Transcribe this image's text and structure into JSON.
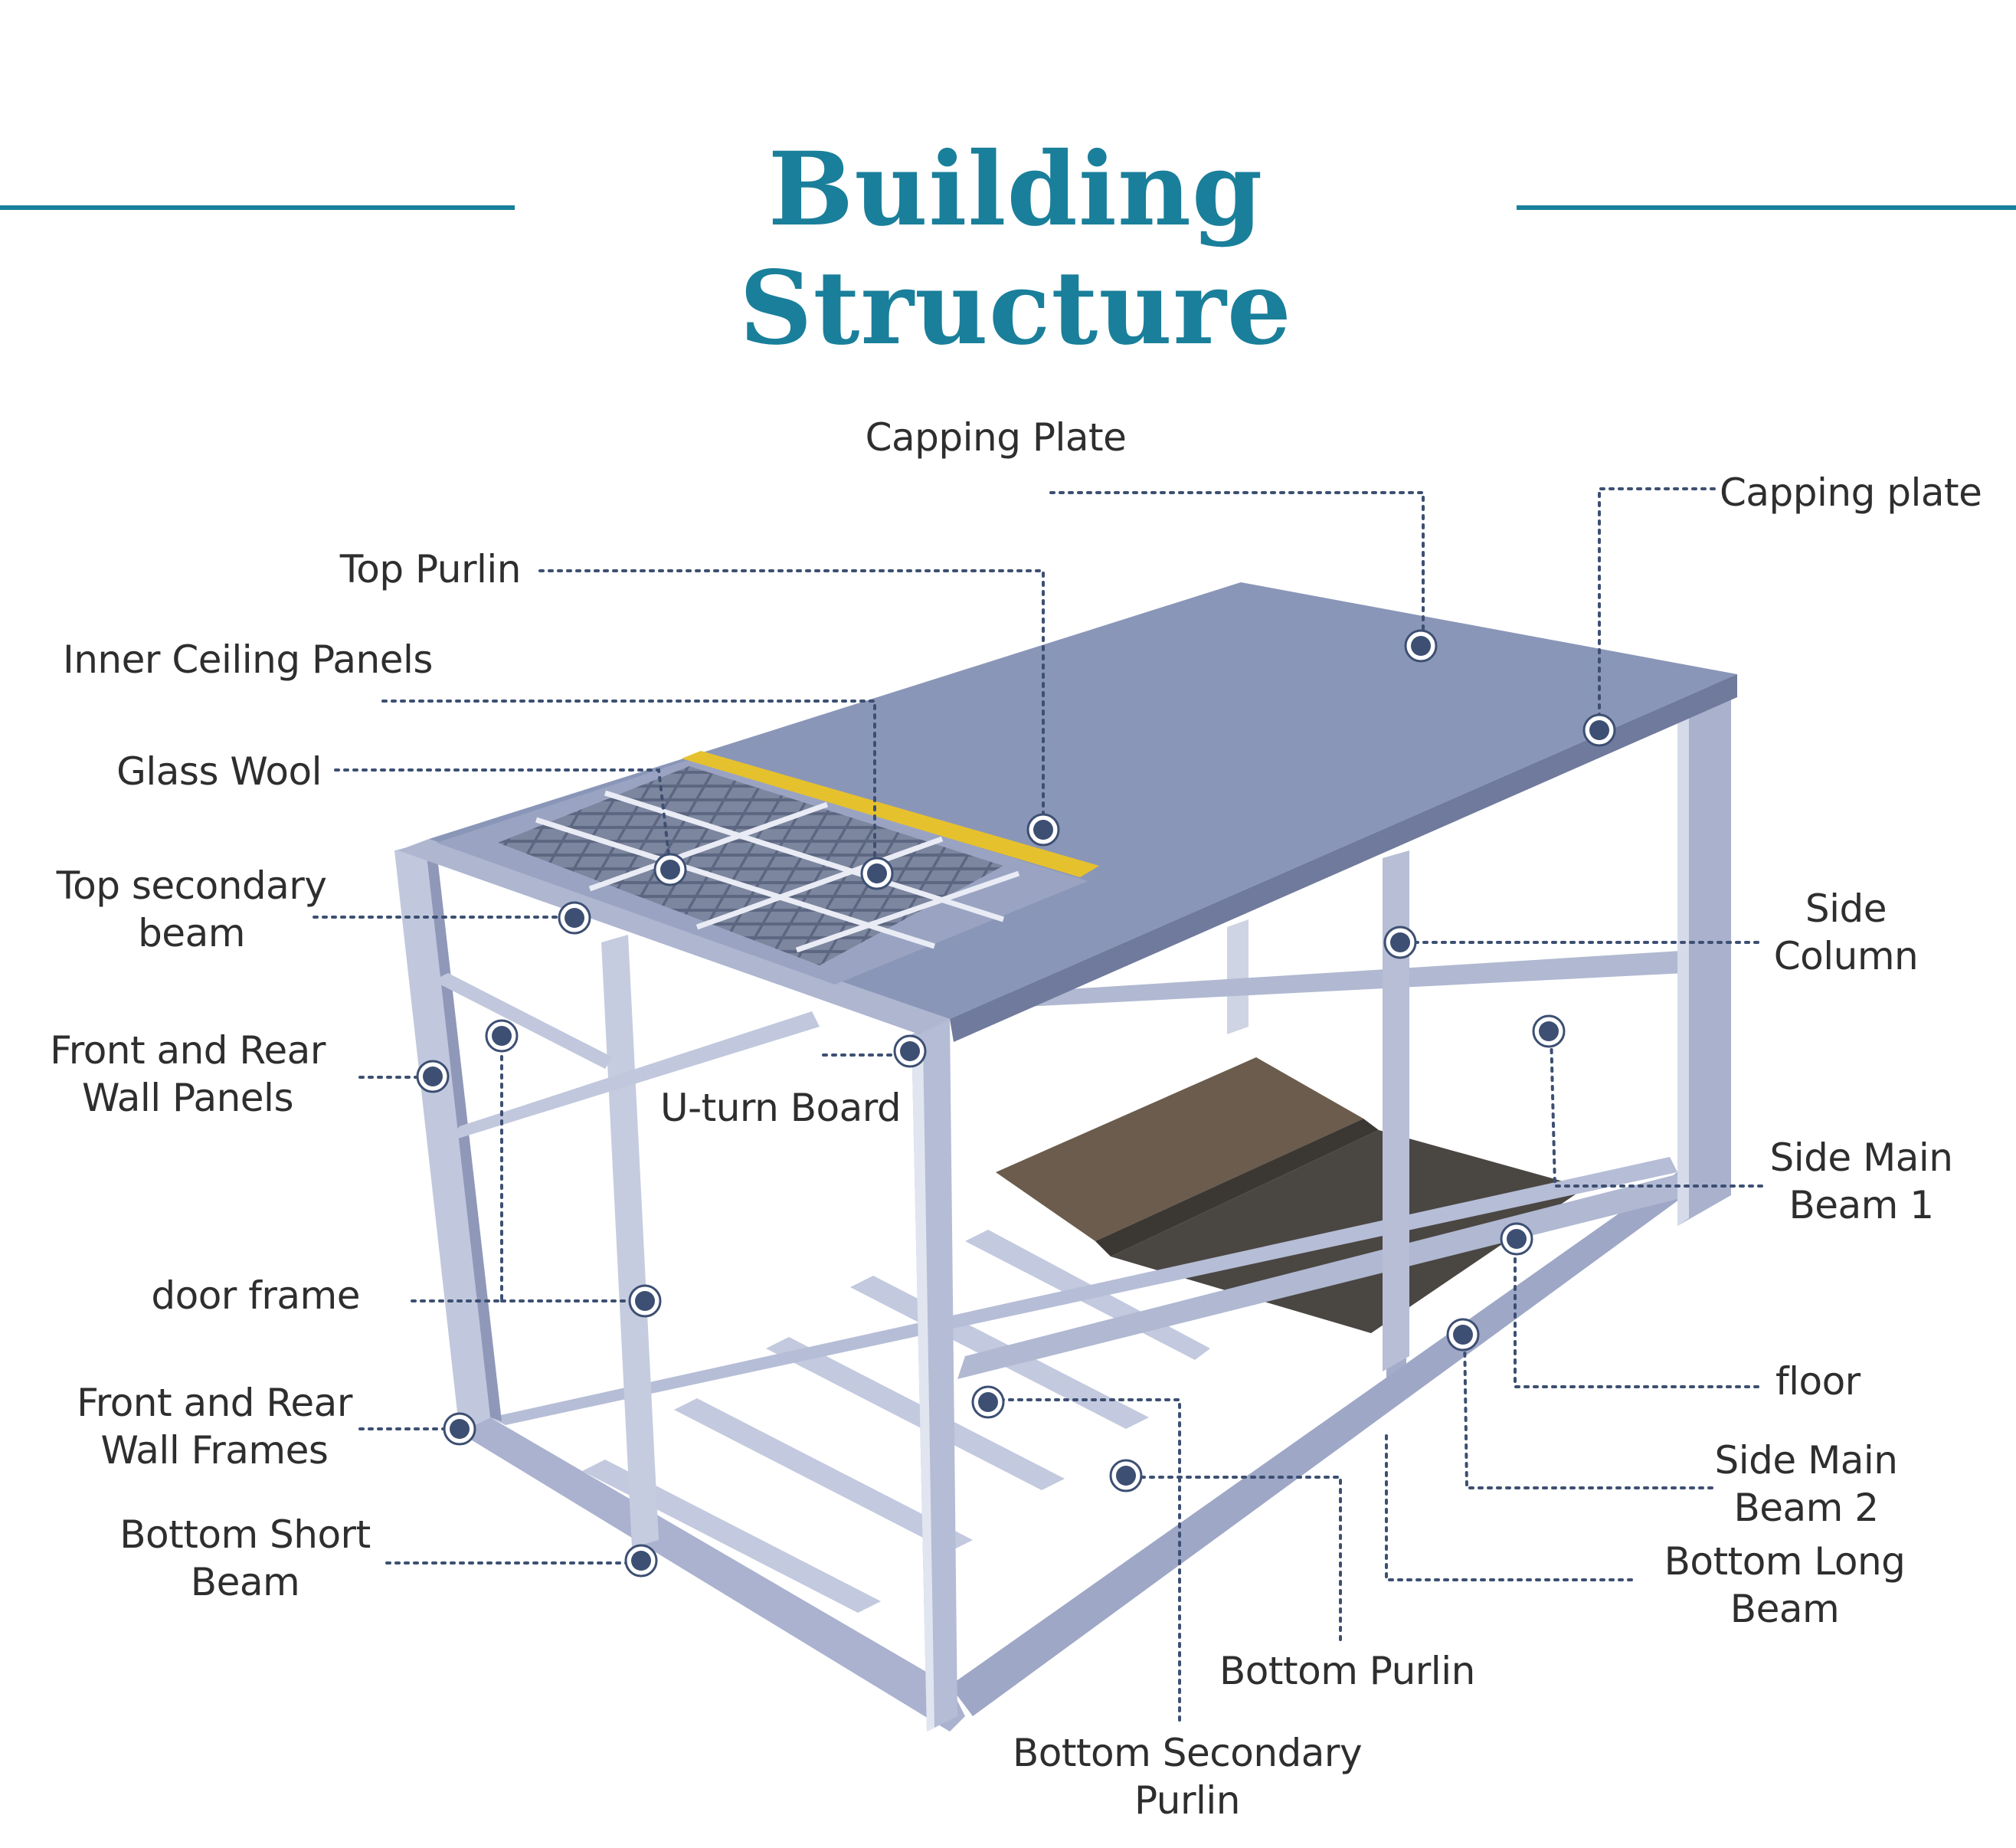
{
  "title": "Building Structure",
  "colors": {
    "title": "#1a7f9a",
    "rule": "#1a7f9a",
    "frame": "#b2bad6",
    "frame_dark": "#8e97b8",
    "roof": "#8a96b8",
    "marker": "#3d4f72",
    "leader": "#3d4f72",
    "glass_wool": "#e6c12e",
    "floor": "#4a4642",
    "floor_board": "#6b5c4d",
    "label_text": "#2e2e2e"
  },
  "labels": {
    "capping_plate_top": "Capping Plate",
    "capping_plate_right": "Capping plate",
    "top_purlin": "Top Purlin",
    "inner_ceiling_panels": "Inner Ceiling Panels",
    "glass_wool": "Glass Wool",
    "top_secondary_beam": [
      "Top secondary",
      "beam"
    ],
    "front_rear_wall_panels": [
      "Front and Rear",
      "Wall Panels"
    ],
    "u_turn_board": "U-turn Board",
    "door_frame": "door frame",
    "front_rear_wall_frames": [
      "Front and Rear",
      "Wall Frames"
    ],
    "bottom_short_beam": [
      "Bottom Short",
      "Beam"
    ],
    "side_column": [
      "Side",
      "Column"
    ],
    "side_main_beam_1": [
      "Side Main",
      "Beam 1"
    ],
    "floor": "floor",
    "side_main_beam_2": [
      "Side Main",
      "Beam 2"
    ],
    "bottom_long_beam": [
      "Bottom Long",
      "Beam"
    ],
    "bottom_purlin": "Bottom Purlin",
    "bottom_secondary_purlin": [
      "Bottom Secondary",
      "Purlin"
    ]
  }
}
